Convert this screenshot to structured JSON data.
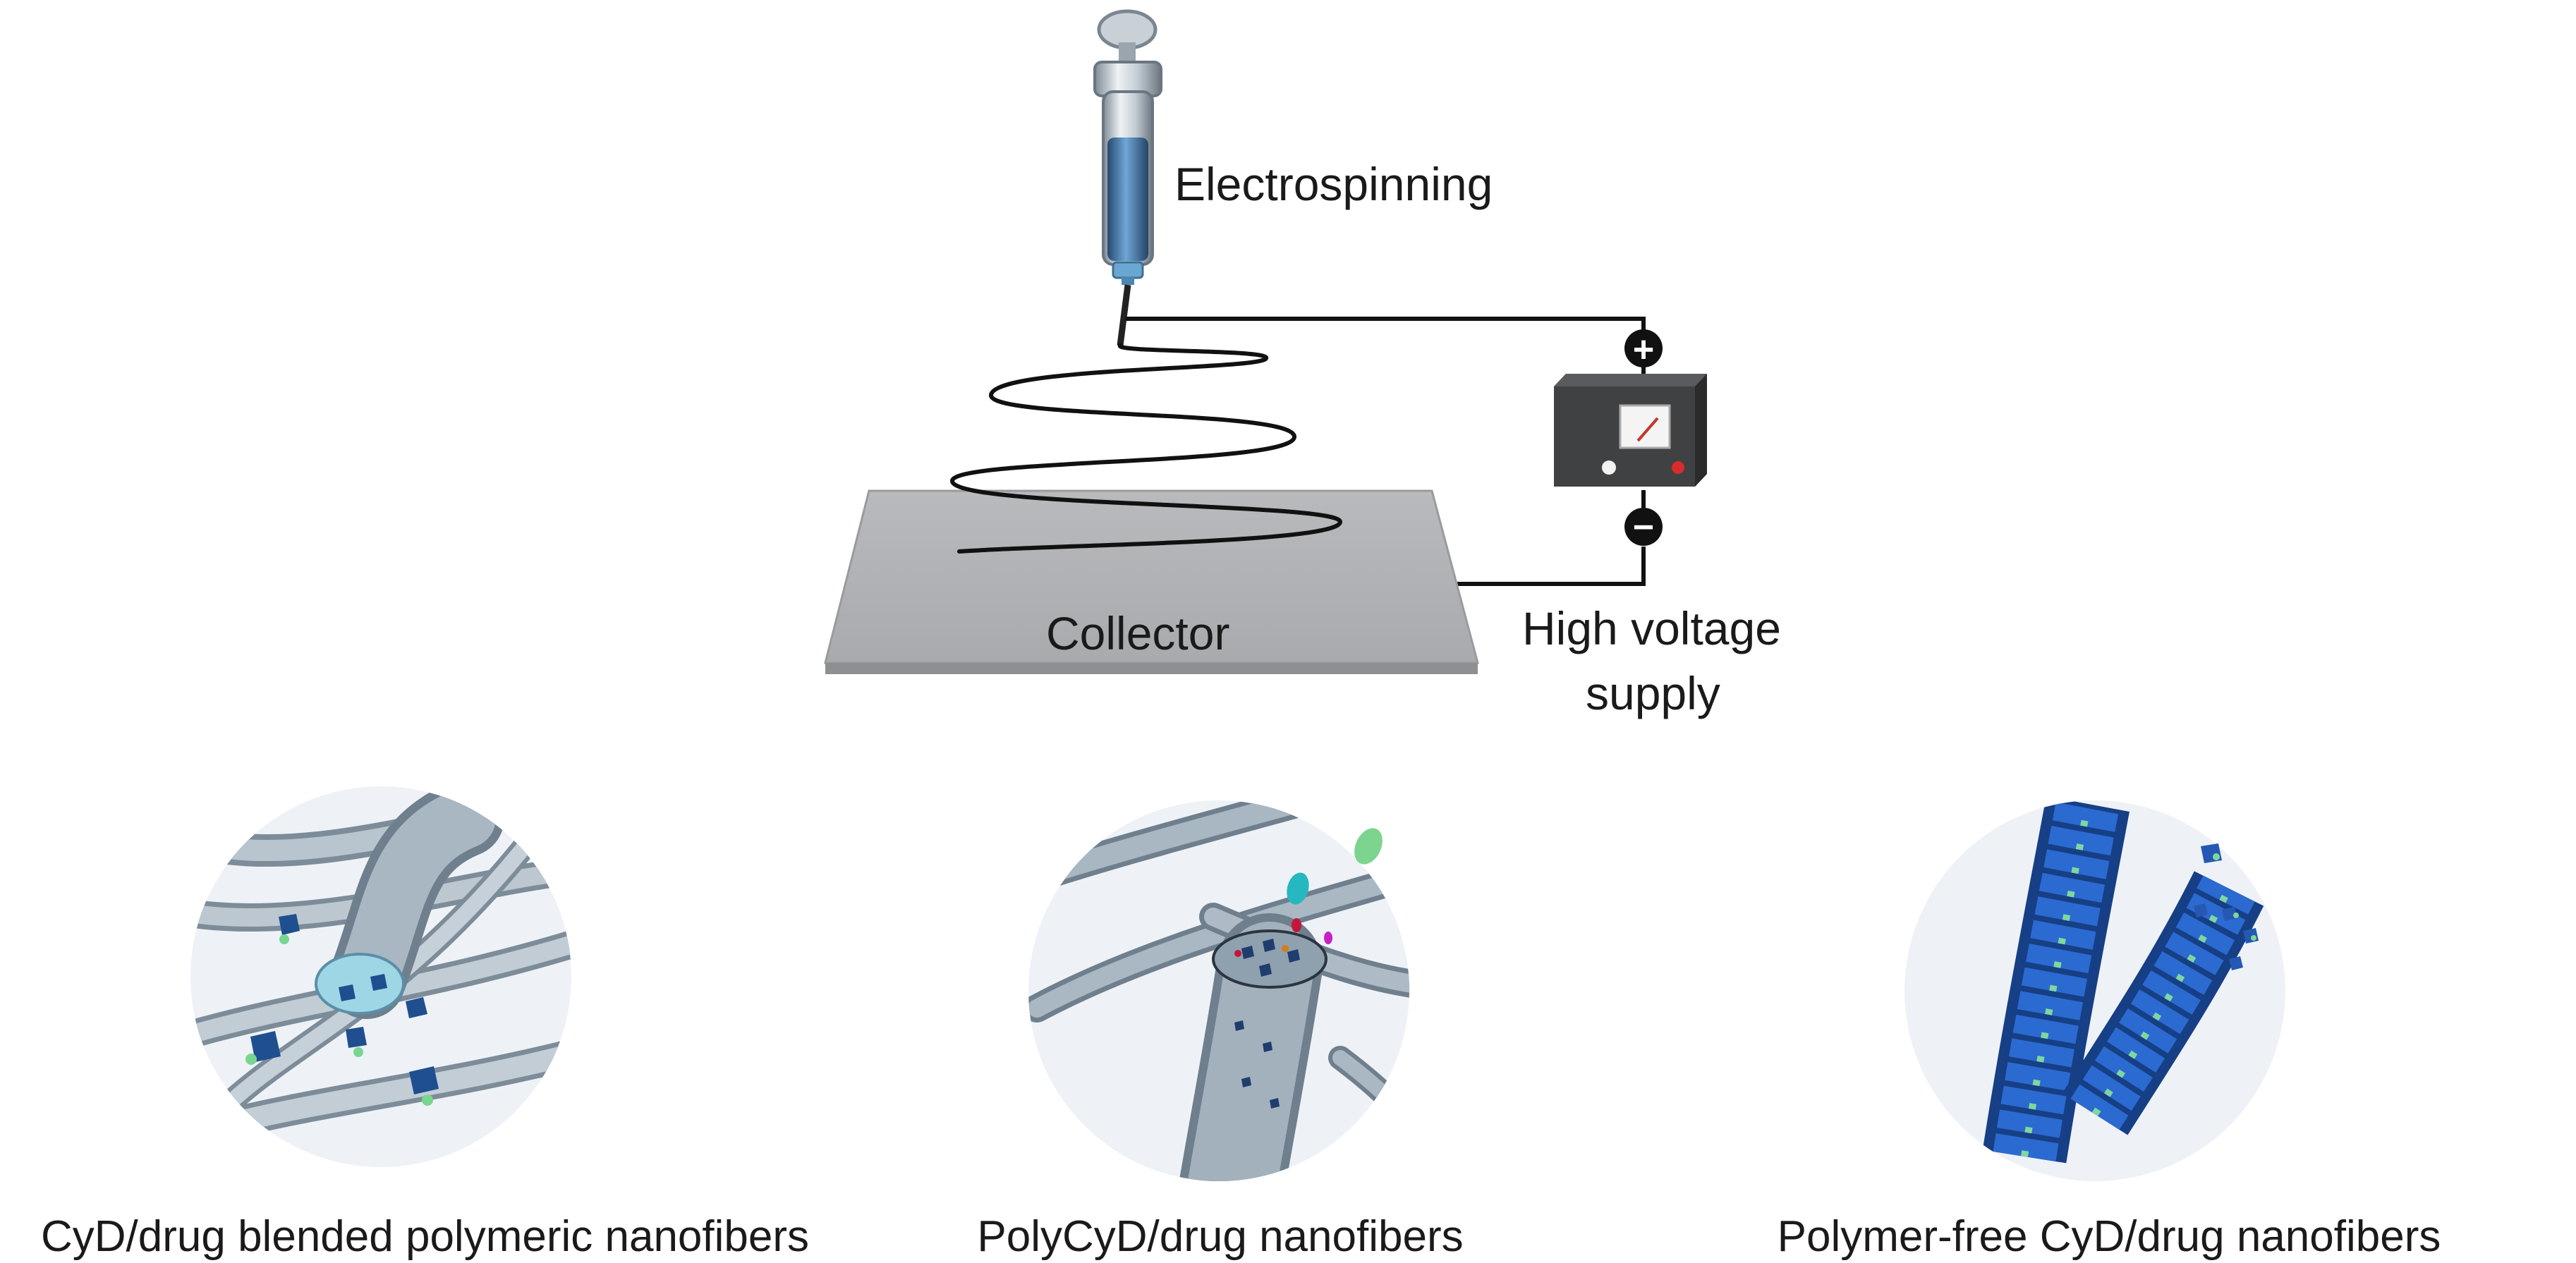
{
  "title": "",
  "top": {
    "electrospinning_label": "Electrospinning",
    "collector_label": "Collector",
    "power_supply_label_line1": "High voltage",
    "power_supply_label_line2": "supply",
    "positive_symbol": "+",
    "negative_symbol": "−"
  },
  "bottom": {
    "panels": [
      {
        "label": "CyD/drug blended polymeric nanofibers"
      },
      {
        "label": "PolyCyD/drug nanofibers"
      },
      {
        "label": "Polymer-free CyD/drug nanofibers"
      }
    ]
  },
  "colors": {
    "wire": "#111111",
    "collector": "#b5b6b9",
    "fiber": "#8fa2b2",
    "cyd_blue": "#1e56a8",
    "cyd_green": "#6fd08a",
    "circle_bg": "#eef2f7"
  }
}
